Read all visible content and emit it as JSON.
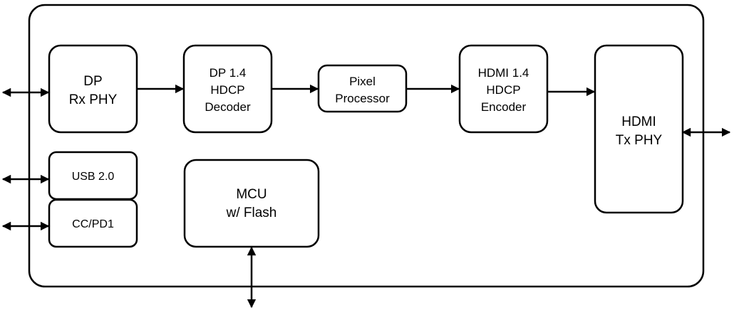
{
  "blocks": {
    "dp_rx_phy": [
      "DP",
      "Rx PHY"
    ],
    "dp_decoder": [
      "DP 1.4",
      "HDCP",
      "Decoder"
    ],
    "pixel_processor": [
      "Pixel",
      "Processor"
    ],
    "hdmi_encoder": [
      "HDMI 1.4",
      "HDCP",
      "Encoder"
    ],
    "hdmi_tx_phy": [
      "HDMI",
      "Tx PHY"
    ],
    "usb": [
      "USB 2.0"
    ],
    "ccpd": [
      "CC/PD1"
    ],
    "mcu": [
      "MCU",
      "w/ Flash"
    ]
  }
}
